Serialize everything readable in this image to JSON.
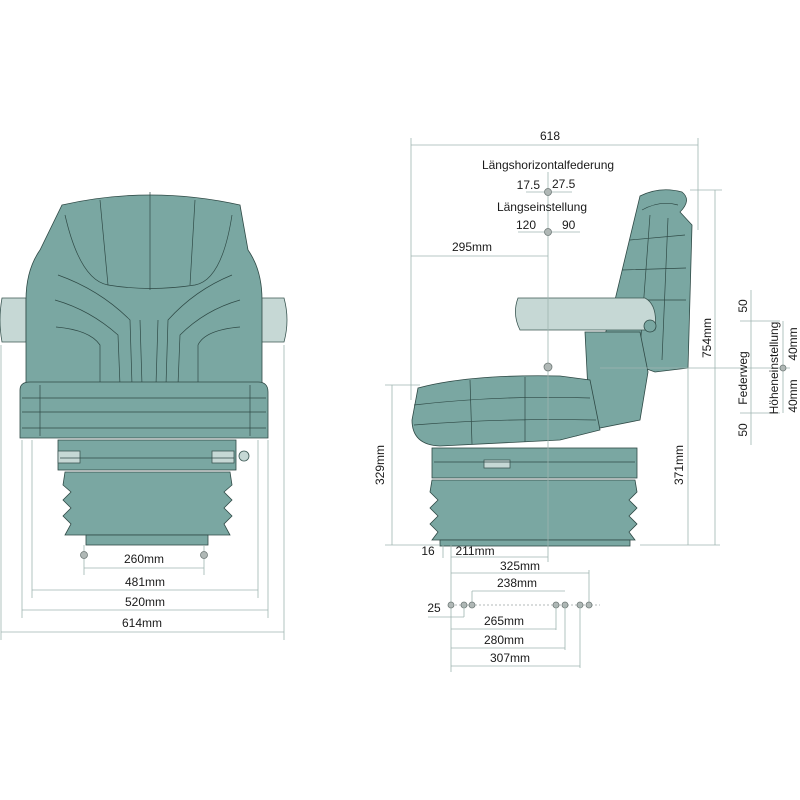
{
  "front_view": {
    "dims": {
      "mount_width": "260mm",
      "inner_width": "481mm",
      "seat_width": "520mm",
      "overall_width": "614mm"
    }
  },
  "side_view": {
    "overall_depth": "618",
    "horizontal_suspension": {
      "title": "Längshorizontalfederung",
      "back": "17.5",
      "forward": "27.5"
    },
    "fore_aft_adjustment": {
      "title": "Längseinstellung",
      "back": "120",
      "forward": "90"
    },
    "seat_reference_depth": "295mm",
    "overall_height": "754mm",
    "height_right": "371mm",
    "height_left": "329mm",
    "suspension_travel": {
      "title": "Federweg",
      "up": "50",
      "down": "50"
    },
    "height_adjustment": {
      "title": "Höheneinstellung",
      "up": "40mm",
      "down": "40mm"
    }
  },
  "mounting": {
    "offset_16": "16",
    "offset_25": "25",
    "d211": "211mm",
    "d325": "325mm",
    "d238": "238mm",
    "d265": "265mm",
    "d280": "280mm",
    "d307": "307mm"
  },
  "colors": {
    "seat": "#7aa7a2",
    "dim_line": "#9fb5b0"
  }
}
